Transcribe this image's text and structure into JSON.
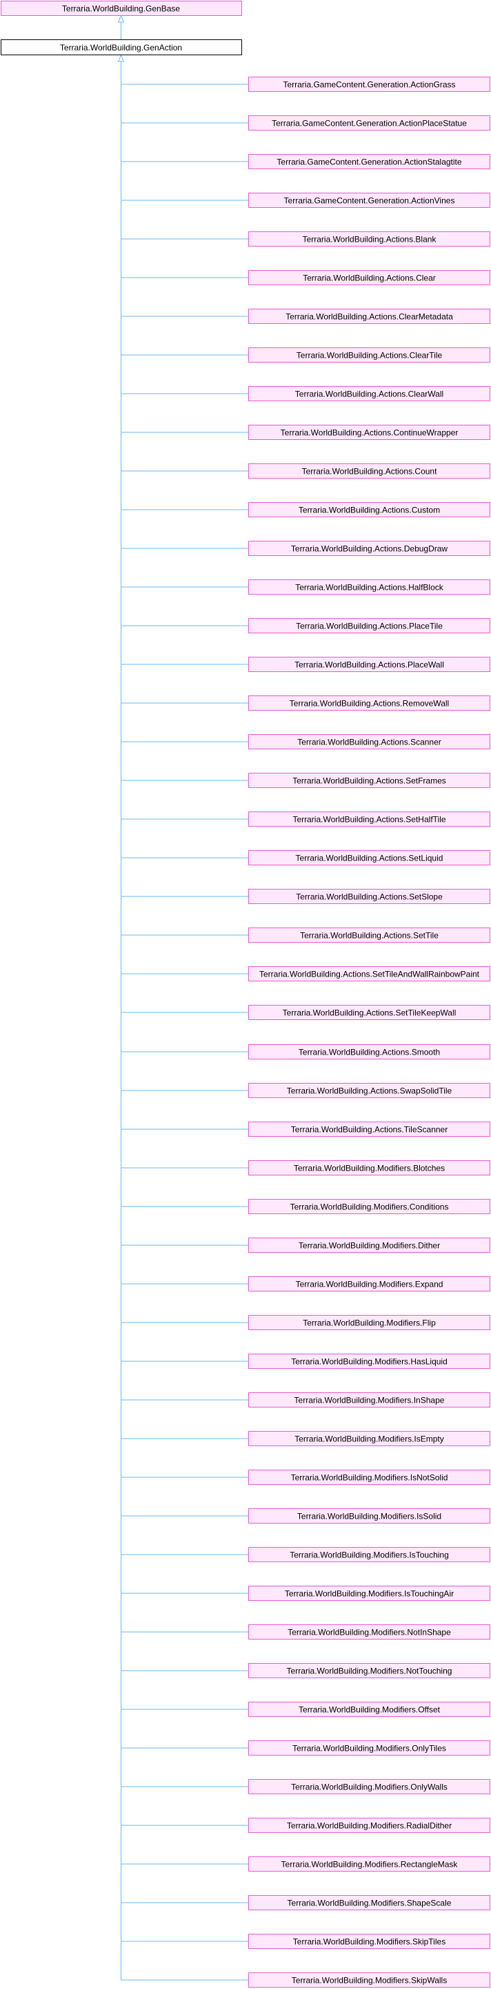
{
  "diagram": {
    "type": "class-inheritance",
    "colors": {
      "base_fill": "#ffffff",
      "base_border": "#000000",
      "node_fill": "#ffe8fb",
      "node_border": "#e957d4",
      "edge": "#63b8ff"
    },
    "root": {
      "label": "Terraria.WorldBuilding.GenBase"
    },
    "focus": {
      "label": "Terraria.WorldBuilding.GenAction"
    },
    "children": [
      "Terraria.GameContent.Generation.ActionGrass",
      "Terraria.GameContent.Generation.ActionPlaceStatue",
      "Terraria.GameContent.Generation.ActionStalagtite",
      "Terraria.GameContent.Generation.ActionVines",
      "Terraria.WorldBuilding.Actions.Blank",
      "Terraria.WorldBuilding.Actions.Clear",
      "Terraria.WorldBuilding.Actions.ClearMetadata",
      "Terraria.WorldBuilding.Actions.ClearTile",
      "Terraria.WorldBuilding.Actions.ClearWall",
      "Terraria.WorldBuilding.Actions.ContinueWrapper",
      "Terraria.WorldBuilding.Actions.Count",
      "Terraria.WorldBuilding.Actions.Custom",
      "Terraria.WorldBuilding.Actions.DebugDraw",
      "Terraria.WorldBuilding.Actions.HalfBlock",
      "Terraria.WorldBuilding.Actions.PlaceTile",
      "Terraria.WorldBuilding.Actions.PlaceWall",
      "Terraria.WorldBuilding.Actions.RemoveWall",
      "Terraria.WorldBuilding.Actions.Scanner",
      "Terraria.WorldBuilding.Actions.SetFrames",
      "Terraria.WorldBuilding.Actions.SetHalfTile",
      "Terraria.WorldBuilding.Actions.SetLiquid",
      "Terraria.WorldBuilding.Actions.SetSlope",
      "Terraria.WorldBuilding.Actions.SetTile",
      "Terraria.WorldBuilding.Actions.SetTileAndWallRainbowPaint",
      "Terraria.WorldBuilding.Actions.SetTileKeepWall",
      "Terraria.WorldBuilding.Actions.Smooth",
      "Terraria.WorldBuilding.Actions.SwapSolidTile",
      "Terraria.WorldBuilding.Actions.TileScanner",
      "Terraria.WorldBuilding.Modifiers.Blotches",
      "Terraria.WorldBuilding.Modifiers.Conditions",
      "Terraria.WorldBuilding.Modifiers.Dither",
      "Terraria.WorldBuilding.Modifiers.Expand",
      "Terraria.WorldBuilding.Modifiers.Flip",
      "Terraria.WorldBuilding.Modifiers.HasLiquid",
      "Terraria.WorldBuilding.Modifiers.InShape",
      "Terraria.WorldBuilding.Modifiers.IsEmpty",
      "Terraria.WorldBuilding.Modifiers.IsNotSolid",
      "Terraria.WorldBuilding.Modifiers.IsSolid",
      "Terraria.WorldBuilding.Modifiers.IsTouching",
      "Terraria.WorldBuilding.Modifiers.IsTouchingAir",
      "Terraria.WorldBuilding.Modifiers.NotInShape",
      "Terraria.WorldBuilding.Modifiers.NotTouching",
      "Terraria.WorldBuilding.Modifiers.Offset",
      "Terraria.WorldBuilding.Modifiers.OnlyTiles",
      "Terraria.WorldBuilding.Modifiers.OnlyWalls",
      "Terraria.WorldBuilding.Modifiers.RadialDither",
      "Terraria.WorldBuilding.Modifiers.RectangleMask",
      "Terraria.WorldBuilding.Modifiers.ShapeScale",
      "Terraria.WorldBuilding.Modifiers.SkipTiles",
      "Terraria.WorldBuilding.Modifiers.SkipWalls"
    ]
  }
}
